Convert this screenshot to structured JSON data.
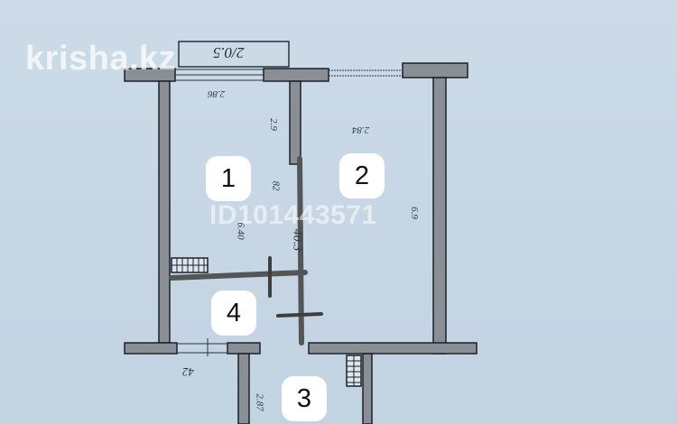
{
  "watermark": {
    "brand": "krisha.kz",
    "listing_id": "ID101443571"
  },
  "rooms": [
    {
      "number": "1"
    },
    {
      "number": "2"
    },
    {
      "number": "3"
    },
    {
      "number": "4"
    }
  ],
  "balcony": {
    "label": "2/0.5"
  },
  "dimensions": {
    "room1_width": "2.86",
    "room1_height": "6.40",
    "room1_side": "2.9",
    "room1_area": "82",
    "room2_width": "2.84",
    "room2_height": "6.9",
    "total_area": "40.3",
    "bottom_left": "42",
    "bottom_room3": "2.87"
  },
  "colors": {
    "background": "#c9d8e6",
    "wall": "#8a8f96",
    "wall_outline": "#1d2128",
    "marker": "#555555"
  }
}
